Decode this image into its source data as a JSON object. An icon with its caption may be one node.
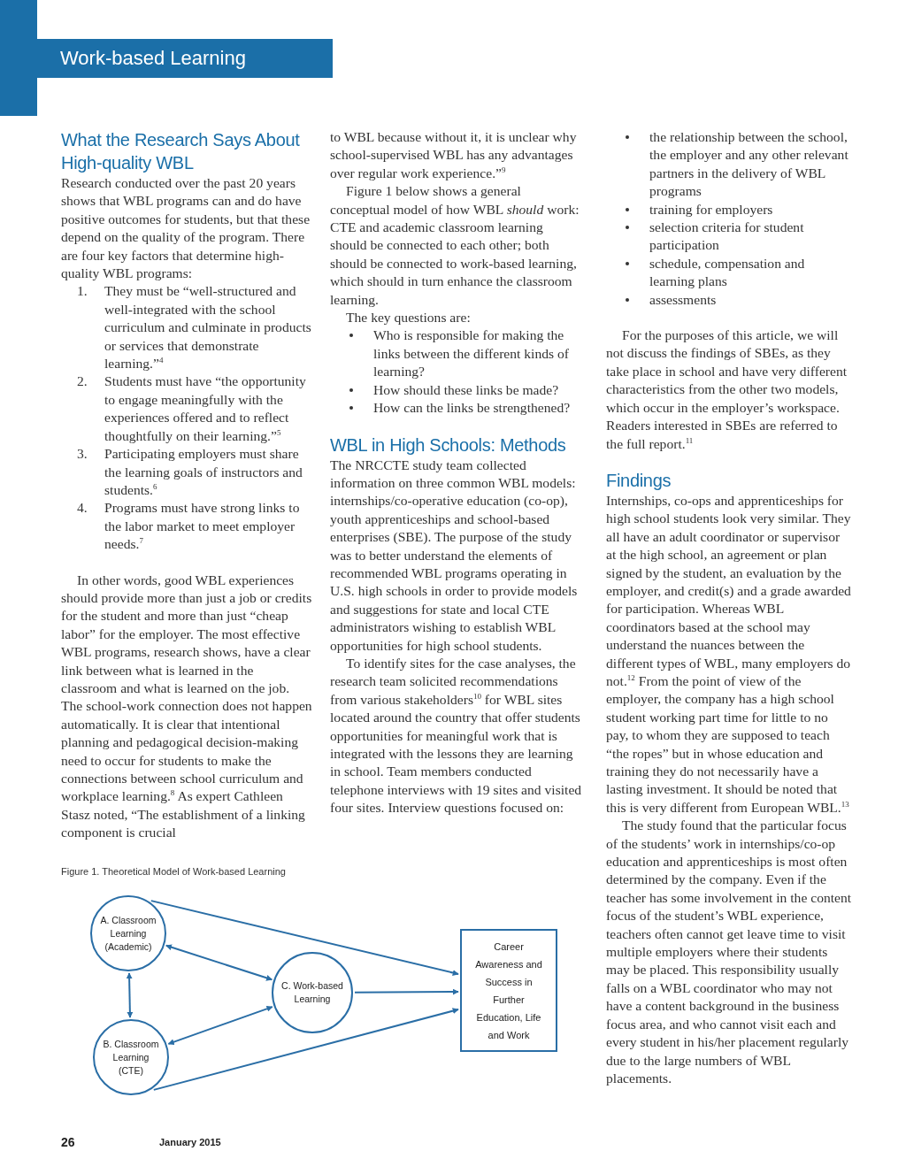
{
  "diagram": {
    "caption": "Figure 1. Theoretical Model of Work-based Learning",
    "nodes": [
      {
        "text": [
          "A. Classroom Learning (Academic)"
        ]
      },
      {
        "text": [
          "B. Classroom Learning (CTE)"
        ]
      },
      {
        "text": [
          "C. Work-based Learning"
        ]
      },
      {
        "text": [
          "Career Awareness and Success in Further Education, Life and Work"
        ]
      }
    ],
    "edges": [
      {
        "from": 0,
        "to": 3,
        "arrow": "to"
      },
      {
        "from": 0,
        "to": 2,
        "arrow": "both"
      },
      {
        "from": 0,
        "to": 1,
        "arrow": "both"
      },
      {
        "from": 2,
        "to": 3,
        "arrow": "to"
      },
      {
        "from": 1,
        "to": 2,
        "arrow": "both"
      },
      {
        "from": 1,
        "to": 3,
        "arrow": "to"
      }
    ],
    "labels": [
      "Work-based Learning",
      "What the Research Says About High-quality WBL",
      "Research conducted over the past 20 years shows that WBL programs can and do have positive outcomes for students, but that these depend on the quality of the program. There are four key factors that determine high-quality WBL programs:",
      "1.",
      "They must be “well-structured and well-integrated with the school curriculum and culminate in products or services that demonstrate learning.”$^{4}$",
      "2.",
      "Students must have “the opportunity to engage meaningfully with the experiences offered and to reflect thoughtfully on their learning.”$^{5}$",
      "3.",
      "Participating employers must share the learning goals of instructors and students.$^{6}$",
      "4.",
      "Programs must have strong links to the labor market to meet employer needs.$^{7}$",
      "In other words, good WBL experiences should provide more than just a job or credits for the student and more than just “cheap labor” for the employer. The most effective WBL programs, research shows, have a clear link between what is learned in the classroom and what is learned on the job. The school-work connection does not happen automatically. It is clear that intentional planning and pedagogical decision-making need to occur for students to make the connections between school curriculum and workplace learning.$^{8}$ As expert Cathleen Stasz noted, “The establishment of a linking component is crucial",
      "to WBL because without it, it is unclear why school-supervised WBL has any advantages over regular work experience.”$^{9}$",
      "Figure 1 below shows a general conceptual model of how WBL *should* work: CTE and academic classroom learning should be connected to each other; both should be connected to work-based learning, which should in turn enhance the classroom learning.",
      "The key questions are:",
      "Who is responsible for making the links between the different kinds of learning?",
      "How should these links be made?",
      "How can the links be strengthened?",
      "WBL in High Schools: Methods",
      "The NRCCTE study team collected information on three common WBL models: internships/co-operative education (co-op), youth apprenticeships and school-based enterprises (SBE). The purpose of the study was to better understand the elements of recommended WBL programs operating in U.S. high schools in order to provide models and suggestions for state and local CTE administrators wishing to establish WBL opportunities for high school students.",
      "To identify sites for the case analyses, the research team solicited recommendations from various stakeholders$^{10}$ for WBL sites located around the country that offer students opportunities for meaningful work that is integrated with the lessons they are learning in school. Team members conducted telephone interviews with 19 sites and visited four sites. Interview questions focused on:",
      "the relationship between the school, the employer and any other relevant partners in the delivery of WBL programs",
      "training for employers",
      "selection criteria for student participation",
      "schedule, compensation and learning plans",
      "assessments",
      "For the purposes of this article, we will not discuss the findings of SBEs, as they take place in school and have very different characteristics from the other two models, which occur in the employer’s workspace. Readers interested in SBEs are referred to the full report.$^{11}$",
      "Findings",
      "Internships, co-ops and apprenticeships for high school students look very similar. They all have an adult coordinator or supervisor at the high school, an agreement or plan signed by the student, an evaluation by the employer, and credit(s) and a grade awarded for participation. Whereas WBL coordinators based at the school may understand the nuances between the different types of WBL, many employers do not.$^{12}$ From the point of view of the employer, the company has a high school student working part time for little to no pay, to whom they are supposed to teach “the ropes” but in whose education and training they do not necessarily have a lasting investment. It should be noted that this is very different from European WBL.$^{13}$",
      "The study found that the particular focus of the students’ work in internships/co-op education and apprenticeships is most often determined by the company. Even if the teacher has some involvement in the content focus of the student’s WBL experience, teachers often cannot get leave time to visit multiple employers where their students may be placed. This responsibility usually falls on a WBL coordinator who may not have a content background in the business focus area, and who cannot visit each and every student in his/her placement regularly due to the large numbers of WBL placements.",
      "26",
      "January 2015"
    ]
  }
}
